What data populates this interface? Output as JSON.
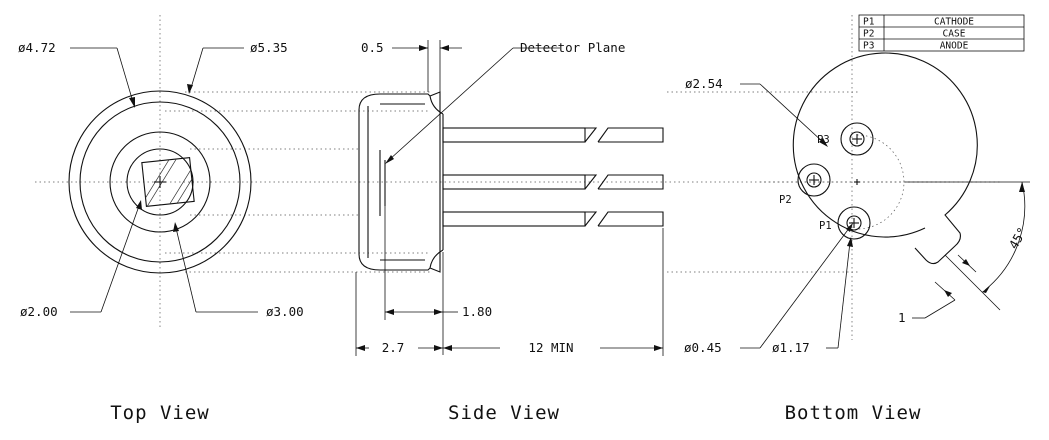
{
  "pin_table": [
    {
      "pin": "P1",
      "function": "CATHODE"
    },
    {
      "pin": "P2",
      "function": "CASE"
    },
    {
      "pin": "P3",
      "function": "ANODE"
    }
  ],
  "top_view": {
    "title": "Top View",
    "dim_outer": "ø5.35",
    "dim_cap": "ø4.72",
    "dim_window": "ø3.00",
    "dim_active": "ø2.00"
  },
  "side_view": {
    "title": "Side View",
    "dim_flange": "0.5",
    "detector_plane": "Detector Plane",
    "dim_height": "1.80",
    "dim_body": "2.7",
    "dim_leads": "12 MIN"
  },
  "bottom_view": {
    "title": "Bottom View",
    "dim_pin_circle": "ø2.54",
    "pin1": "P1",
    "pin2": "P2",
    "pin3": "P3",
    "dim_lead": "ø0.45",
    "dim_pad": "ø1.17",
    "dim_tab": "1",
    "dim_angle": "45°"
  }
}
